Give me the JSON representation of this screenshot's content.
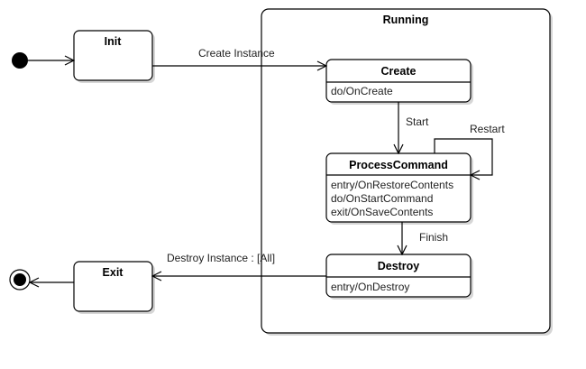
{
  "diagram": {
    "composite_state": {
      "name": "Running"
    },
    "states": {
      "init": {
        "name": "Init"
      },
      "exit": {
        "name": "Exit"
      },
      "create": {
        "name": "Create",
        "activities": [
          "do/OnCreate"
        ]
      },
      "process": {
        "name": "ProcessCommand",
        "activities": [
          "entry/OnRestoreContents",
          "do/OnStartCommand",
          "exit/OnSaveContents"
        ]
      },
      "destroy": {
        "name": "Destroy",
        "activities": [
          "entry/OnDestroy"
        ]
      }
    },
    "transitions": {
      "create_instance": "Create Instance",
      "start": "Start",
      "restart": "Restart",
      "finish": "Finish",
      "destroy_instance": "Destroy Instance : [All]"
    },
    "colors": {
      "stroke": "#000000",
      "shadow": "#d6d6d6",
      "background": "#ffffff"
    }
  }
}
